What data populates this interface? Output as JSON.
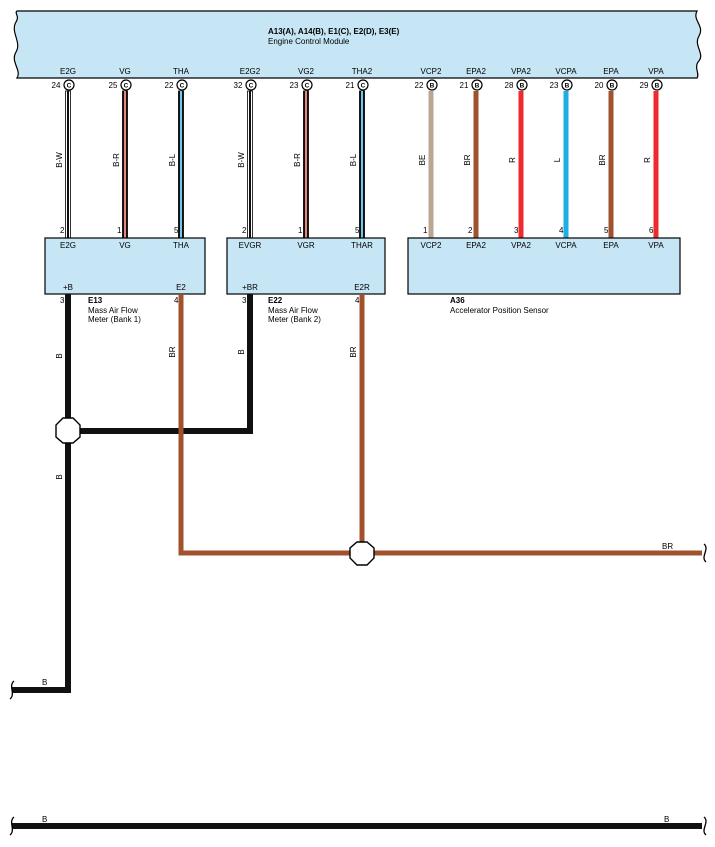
{
  "ecm": {
    "title": "A13(A), A14(B), E1(C), E2(D), E3(E)",
    "name": "Engine Control Module",
    "terminals": [
      {
        "label": "E2G",
        "pin": "24",
        "conn": "C"
      },
      {
        "label": "VG",
        "pin": "25",
        "conn": "C"
      },
      {
        "label": "THA",
        "pin": "22",
        "conn": "C"
      },
      {
        "label": "E2G2",
        "pin": "32",
        "conn": "C"
      },
      {
        "label": "VG2",
        "pin": "23",
        "conn": "C"
      },
      {
        "label": "THA2",
        "pin": "21",
        "conn": "C"
      },
      {
        "label": "VCP2",
        "pin": "22",
        "conn": "B"
      },
      {
        "label": "EPA2",
        "pin": "21",
        "conn": "B"
      },
      {
        "label": "VPA2",
        "pin": "28",
        "conn": "B"
      },
      {
        "label": "VCPA",
        "pin": "23",
        "conn": "B"
      },
      {
        "label": "EPA",
        "pin": "20",
        "conn": "B"
      },
      {
        "label": "VPA",
        "pin": "29",
        "conn": "B"
      }
    ]
  },
  "wires": [
    {
      "code": "B-W",
      "color": "#111111",
      "stripe": "#ffffff"
    },
    {
      "code": "B-R",
      "color": "#e9857c",
      "stripe": "#111111"
    },
    {
      "code": "B-L",
      "color": "#6fc8ec",
      "stripe": "#111111"
    },
    {
      "code": "B-W",
      "color": "#111111",
      "stripe": "#ffffff"
    },
    {
      "code": "B-R",
      "color": "#e9857c",
      "stripe": "#111111"
    },
    {
      "code": "B-L",
      "color": "#6fc8ec",
      "stripe": "#111111"
    },
    {
      "code": "BE",
      "color": "#bba593",
      "stripe": ""
    },
    {
      "code": "BR",
      "color": "#a0522d",
      "stripe": ""
    },
    {
      "code": "R",
      "color": "#ee2a2e",
      "stripe": ""
    },
    {
      "code": "L",
      "color": "#1eaee6",
      "stripe": ""
    },
    {
      "code": "BR",
      "color": "#a0522d",
      "stripe": ""
    },
    {
      "code": "R",
      "color": "#ee2a2e",
      "stripe": ""
    }
  ],
  "components": {
    "e13": {
      "id": "E13",
      "name_line1": "Mass Air Flow",
      "name_line2": "Meter (Bank 1)",
      "top_terminals": [
        {
          "label": "E2G",
          "pin": "2"
        },
        {
          "label": "VG",
          "pin": "1"
        },
        {
          "label": "THA",
          "pin": "5"
        }
      ],
      "bottom_terminals": [
        {
          "label": "+B",
          "pin": "3"
        },
        {
          "label": "E2",
          "pin": "4"
        }
      ]
    },
    "e22": {
      "id": "E22",
      "name_line1": "Mass Air Flow",
      "name_line2": "Meter (Bank 2)",
      "top_terminals": [
        {
          "label": "EVGR",
          "pin": "2"
        },
        {
          "label": "VGR",
          "pin": "1"
        },
        {
          "label": "THAR",
          "pin": "5"
        }
      ],
      "bottom_terminals": [
        {
          "label": "+BR",
          "pin": "3"
        },
        {
          "label": "E2R",
          "pin": "4"
        }
      ]
    },
    "a36": {
      "id": "A36",
      "name": "Accelerator Position Sensor",
      "top_terminals": [
        {
          "label": "VCP2",
          "pin": "1"
        },
        {
          "label": "EPA2",
          "pin": "2"
        },
        {
          "label": "VPA2",
          "pin": "3"
        },
        {
          "label": "VCPA",
          "pin": "4"
        },
        {
          "label": "EPA",
          "pin": "5"
        },
        {
          "label": "VPA",
          "pin": "6"
        }
      ]
    }
  },
  "lower_wires": {
    "b_e13": "B",
    "b_e22": "B",
    "b_trunk": "B",
    "br_e13": "BR",
    "br_e22": "BR",
    "br_right": "BR",
    "b_left_exit": "B",
    "b_bottom_left": "B",
    "b_bottom_right": "B"
  },
  "colors": {
    "ecm_fill": "#c6e6f5",
    "module_fill": "#c6e6f5",
    "black_wire": "#111111",
    "brown_wire": "#a0522d"
  }
}
